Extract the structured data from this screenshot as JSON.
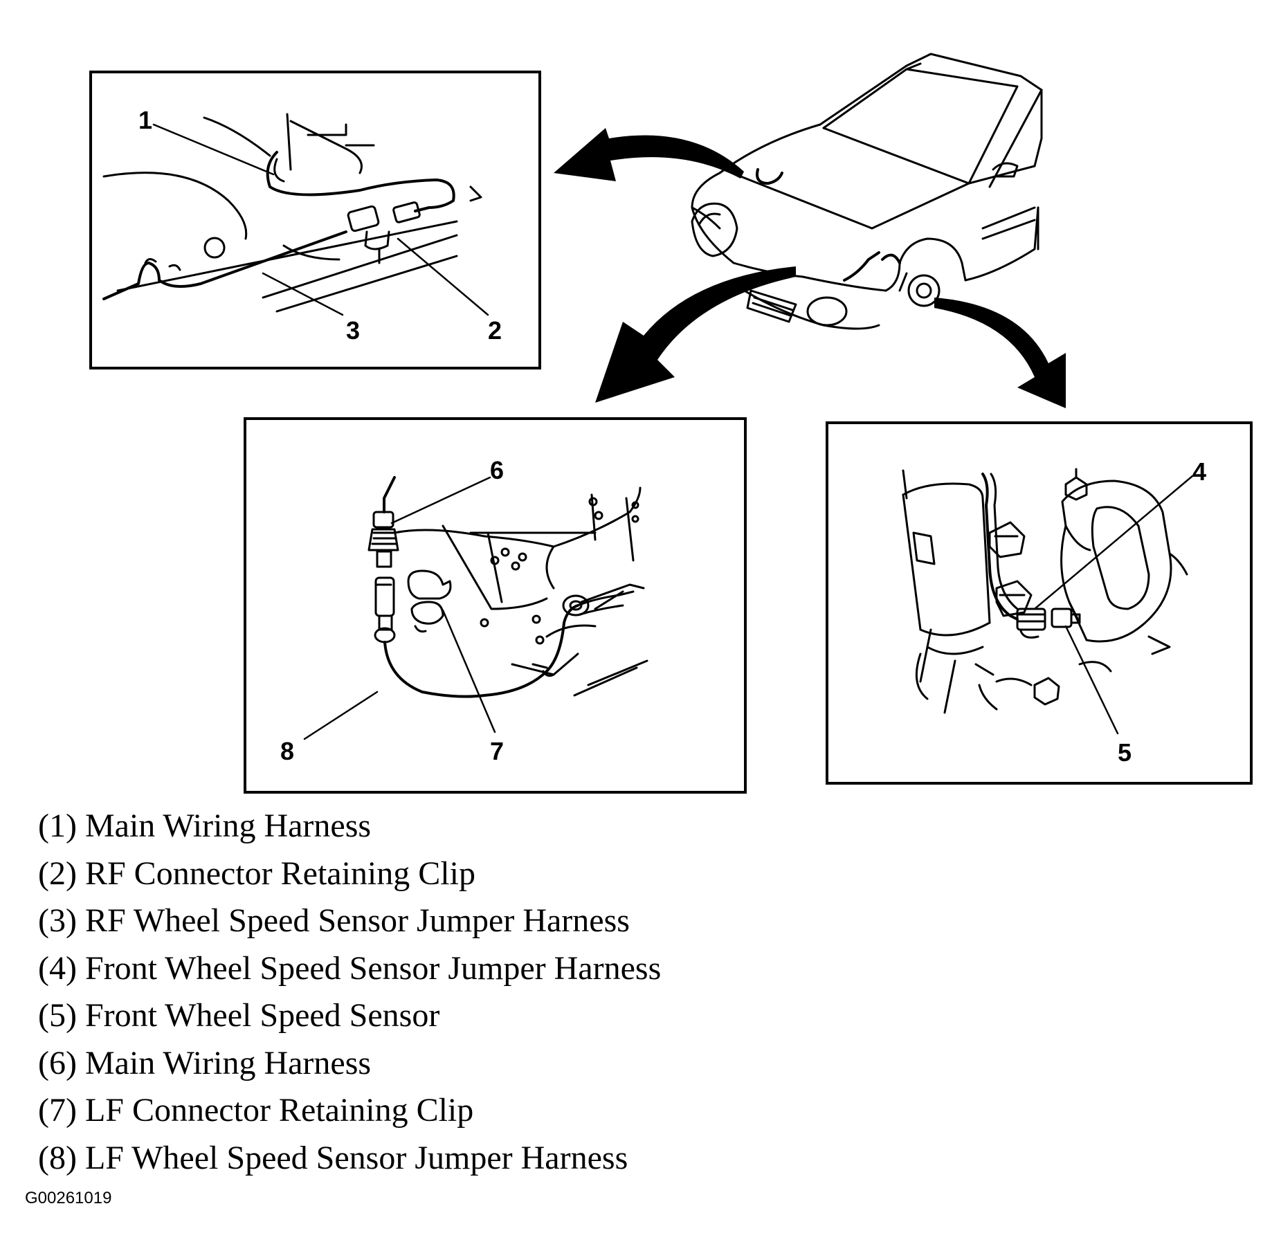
{
  "callouts": {
    "c1": "1",
    "c2": "2",
    "c3": "3",
    "c4": "4",
    "c5": "5",
    "c6": "6",
    "c7": "7",
    "c8": "8"
  },
  "legend": [
    "(1) Main Wiring Harness",
    "(2) RF Connector Retaining Clip",
    "(3) RF Wheel Speed Sensor Jumper Harness",
    "(4) Front Wheel Speed Sensor Jumper Harness",
    "(5) Front Wheel Speed Sensor",
    "(6) Main Wiring Harness",
    "(7) LF Connector Retaining Clip",
    "(8) LF Wheel Speed Sensor Jumper Harness"
  ],
  "figure_id": "G00261019"
}
